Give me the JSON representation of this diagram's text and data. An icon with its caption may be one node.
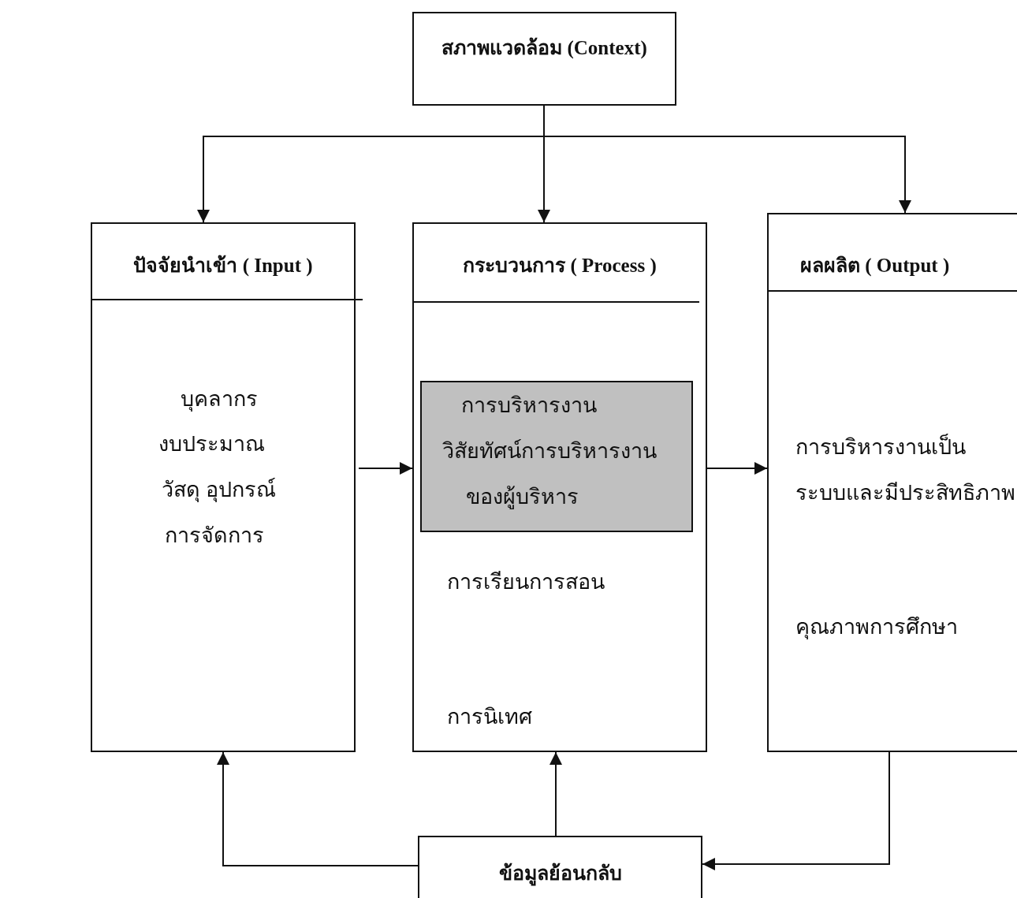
{
  "diagram": {
    "nodes": [
      {
        "text": [
          "สภาพแวดล้อม (Context)"
        ]
      },
      {
        "text": [
          "ปัจจัยนำเข้า ( Input )",
          "บุคลากร",
          "งบประมาณ",
          "วัสดุ อุปกรณ์",
          "การจัดการ"
        ]
      },
      {
        "text": [
          "กระบวนการ ( Process )",
          "การเรียนการสอน",
          "การนิเทศ"
        ]
      },
      {
        "text": [
          "การบริหารงาน",
          "วิสัยทัศน์การบริหารงาน",
          "ของผู้บริหาร"
        ],
        "in": 2
      },
      {
        "text": [
          "ผลผลิต ( Output )",
          "การบริหารงานเป็น",
          "ระบบและมีประสิทธิภาพ",
          "คุณภาพการศึกษา"
        ]
      },
      {
        "text": [
          "ข้อมูลย้อนกลับ"
        ]
      }
    ],
    "edges": [
      {
        "from": 0,
        "to": 1,
        "arrow": "to"
      },
      {
        "from": 0,
        "to": 2,
        "arrow": "to"
      },
      {
        "from": 0,
        "to": 4,
        "arrow": "to"
      },
      {
        "from": 1,
        "to": 2,
        "arrow": "to"
      },
      {
        "from": 2,
        "to": 4,
        "arrow": "to"
      },
      {
        "from": 4,
        "to": 5,
        "arrow": "to"
      },
      {
        "from": 5,
        "to": 1,
        "arrow": "to"
      },
      {
        "from": 5,
        "to": 2,
        "arrow": "to"
      }
    ]
  }
}
